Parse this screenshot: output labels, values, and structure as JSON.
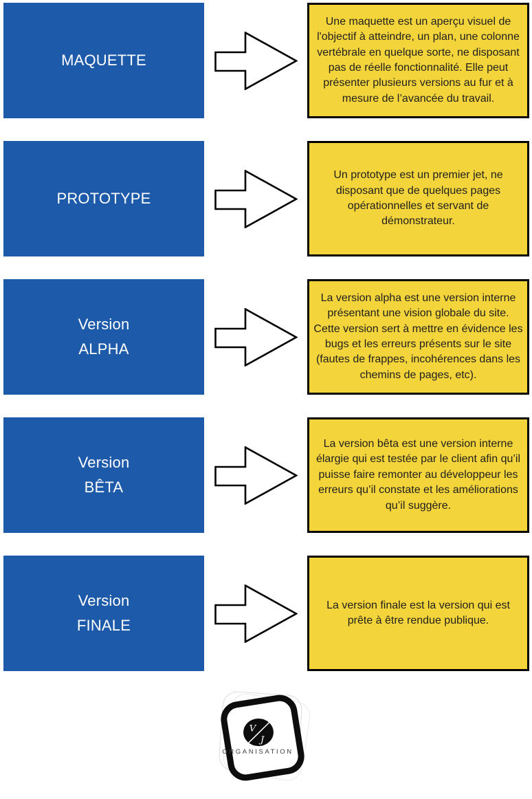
{
  "palette": {
    "blue": "#1d5aa9",
    "yellow": "#f4d43b",
    "box_border": "#000000",
    "body_text": "#1f1f1f",
    "label_text": "#ffffff",
    "frame_black": "#0d0d0d",
    "ghost_gray": "#dcdcdc",
    "caption_gray": "#3c3c3c"
  },
  "stages": [
    {
      "label": "MAQUETTE",
      "description": "Une maquette est un aperçu visuel de l'objectif à atteindre, un plan, une colonne vertébrale en quelque sorte, ne disposant pas de réelle fonctionnalité. Elle peut présenter plusieurs versions au fur et à mesure de l’avancée du travail."
    },
    {
      "label": "PROTOTYPE",
      "description": "Un prototype est un premier jet, ne disposant que de quelques pages opérationnelles et servant de démonstrateur."
    },
    {
      "label": "Version\nALPHA",
      "description": "La version alpha est une version interne présentant une vision globale du site. Cette version sert à mettre en évidence les bugs et les erreurs présents sur le site (fautes de frappes, incohérences dans les chemins de pages, etc)."
    },
    {
      "label": "Version\nBÊTA",
      "description": "La version bêta est une version interne élargie qui est testée par le client afin qu’il puisse faire remonter au développeur les erreurs qu’il constate et les améliorations qu’il suggère."
    },
    {
      "label": "Version\nFINALE",
      "description": "La version finale est la version qui est prête à être rendue publique."
    }
  ],
  "logo": {
    "monogram_top": "V",
    "monogram_bottom": "J",
    "caption": "ORGANISATION"
  }
}
